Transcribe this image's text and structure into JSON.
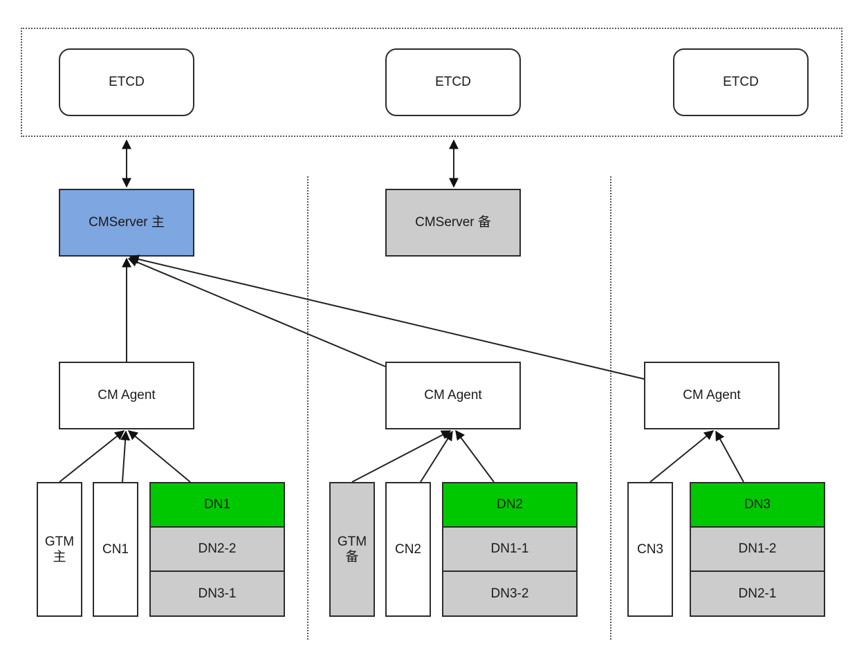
{
  "etcd": [
    "ETCD",
    "ETCD",
    "ETCD"
  ],
  "cmserver_primary": "CMServer 主",
  "cmserver_standby": "CMServer 备",
  "agents": [
    "CM Agent",
    "CM Agent",
    "CM Agent"
  ],
  "node1": {
    "gtm": "GTM\n主",
    "cn": "CN1",
    "dn": [
      "DN1",
      "DN2-2",
      "DN3-1"
    ]
  },
  "node2": {
    "gtm": "GTM\n备",
    "cn": "CN2",
    "dn": [
      "DN2",
      "DN1-1",
      "DN3-2"
    ]
  },
  "node3": {
    "cn": "CN3",
    "dn": [
      "DN3",
      "DN1-2",
      "DN2-1"
    ]
  },
  "colors": {
    "primary": "#7ea6e0",
    "standby": "#cccccc",
    "dn_primary": "#00c800",
    "border": "#2b2b2b"
  }
}
